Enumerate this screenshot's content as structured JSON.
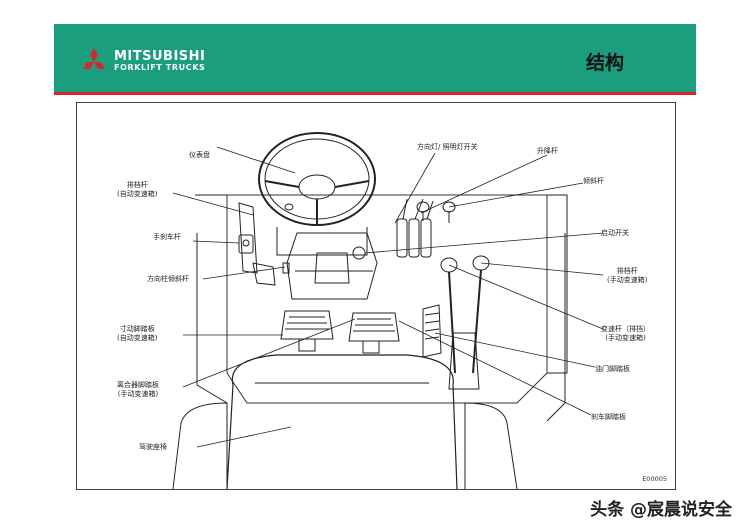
{
  "brand": {
    "name_line1": "MITSUBISHI",
    "name_line2": "FORKLIFT TRUCKS",
    "header_color": "#1a9e7e",
    "accent_color": "#d8262e"
  },
  "slide": {
    "title": "结构"
  },
  "labels": {
    "dashboard": "仪表盘",
    "turn_light_switch": "方向灯/ 照明灯开关",
    "lift_lever": "升降杆",
    "shift_lever_auto_1": "排档杆",
    "shift_lever_auto_2": "(自动变速箱)",
    "tilt_lever": "倾斜杆",
    "hand_brake": "手刹车杆",
    "start_switch": "启动开关",
    "steering_tilt": "方向柱倾斜杆",
    "shift_lever_manual_1": "排档杆",
    "shift_lever_manual_2": "(手动变速箱)",
    "inching_pedal_1": "寸动脚踏板",
    "inching_pedal_2": "(自动变速箱)",
    "gearshift_1": "变速杆（排挡）",
    "gearshift_2": "(手动变速箱)",
    "accelerator": "油门脚踏板",
    "clutch_pedal_1": "离合器脚踏板",
    "clutch_pedal_2": "(手动变速箱)",
    "brake_pedal": "刹车脚踏板",
    "driver_seat": "驾驶座椅"
  },
  "figure_code": "E00005",
  "watermark": "头条 @宸晨说安全"
}
